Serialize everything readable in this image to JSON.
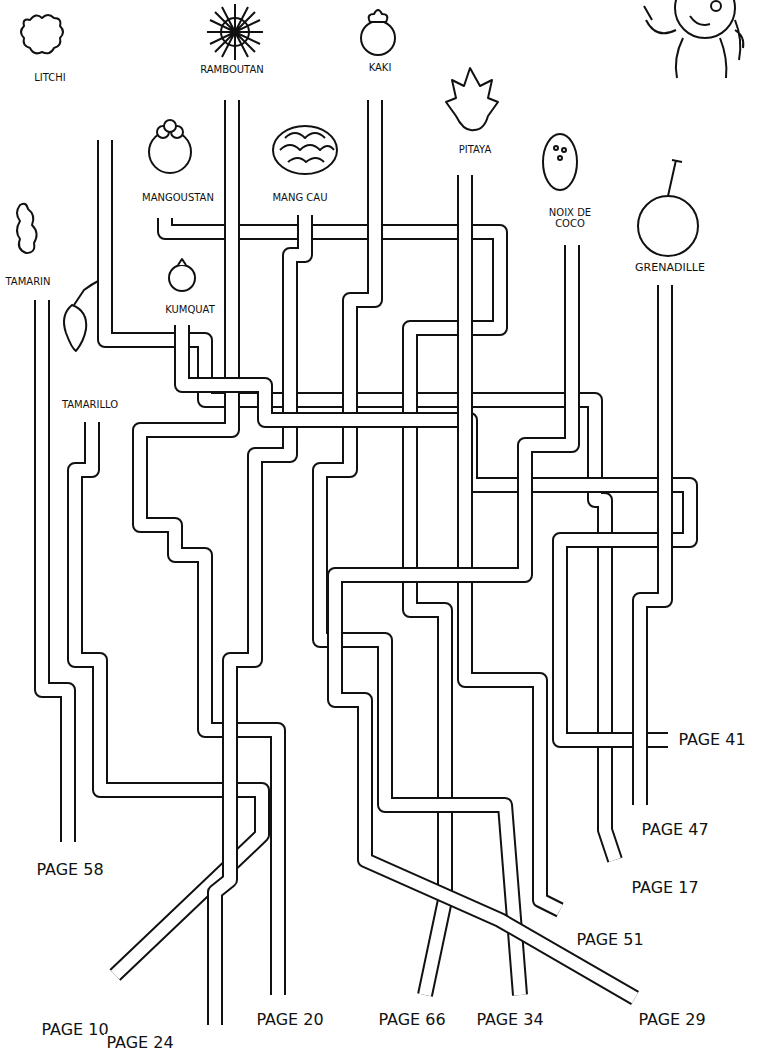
{
  "diagram": {
    "labels": [
      "LITCHI",
      "RAMBOUTAN",
      "KAKI",
      "PITAYA",
      "MANGOUSTAN",
      "MANG CAU",
      "NOIX DE COCO",
      "GRENADILLE",
      "TAMARIN",
      "KUMQUAT",
      "TAMARILLO",
      "PAGE 41",
      "PAGE 47",
      "PAGE 17",
      "PAGE 58",
      "PAGE 51",
      "PAGE 10",
      "PAGE 24",
      "PAGE 20",
      "PAGE 66",
      "PAGE 34",
      "PAGE 29"
    ]
  }
}
